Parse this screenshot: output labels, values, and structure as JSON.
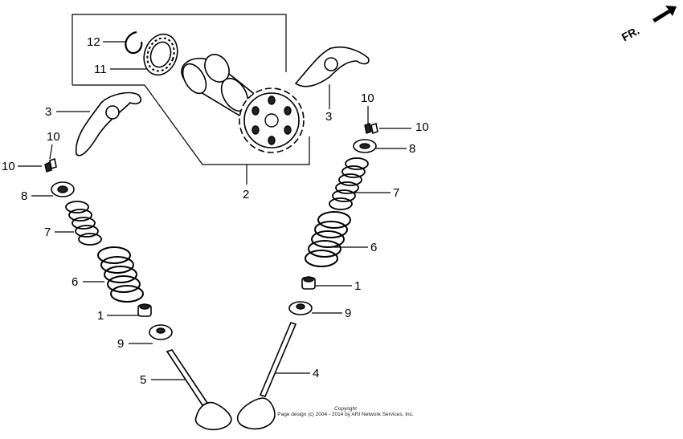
{
  "direction_indicator": {
    "text": "FR."
  },
  "callouts": {
    "c1a": "1",
    "c1b": "1",
    "c2": "2",
    "c3a": "3",
    "c3b": "3",
    "c4": "4",
    "c5": "5",
    "c6a": "6",
    "c6b": "6",
    "c7a": "7",
    "c7b": "7",
    "c8a": "8",
    "c8b": "8",
    "c9a": "9",
    "c9b": "9",
    "c10a": "10",
    "c10b": "10",
    "c10c": "10",
    "c10d": "10",
    "c11": "11",
    "c12": "12"
  },
  "copyright": {
    "line1": "Copyright",
    "line2": "Page design (c) 2004 - 2014 by ARI Network Services, Inc."
  }
}
